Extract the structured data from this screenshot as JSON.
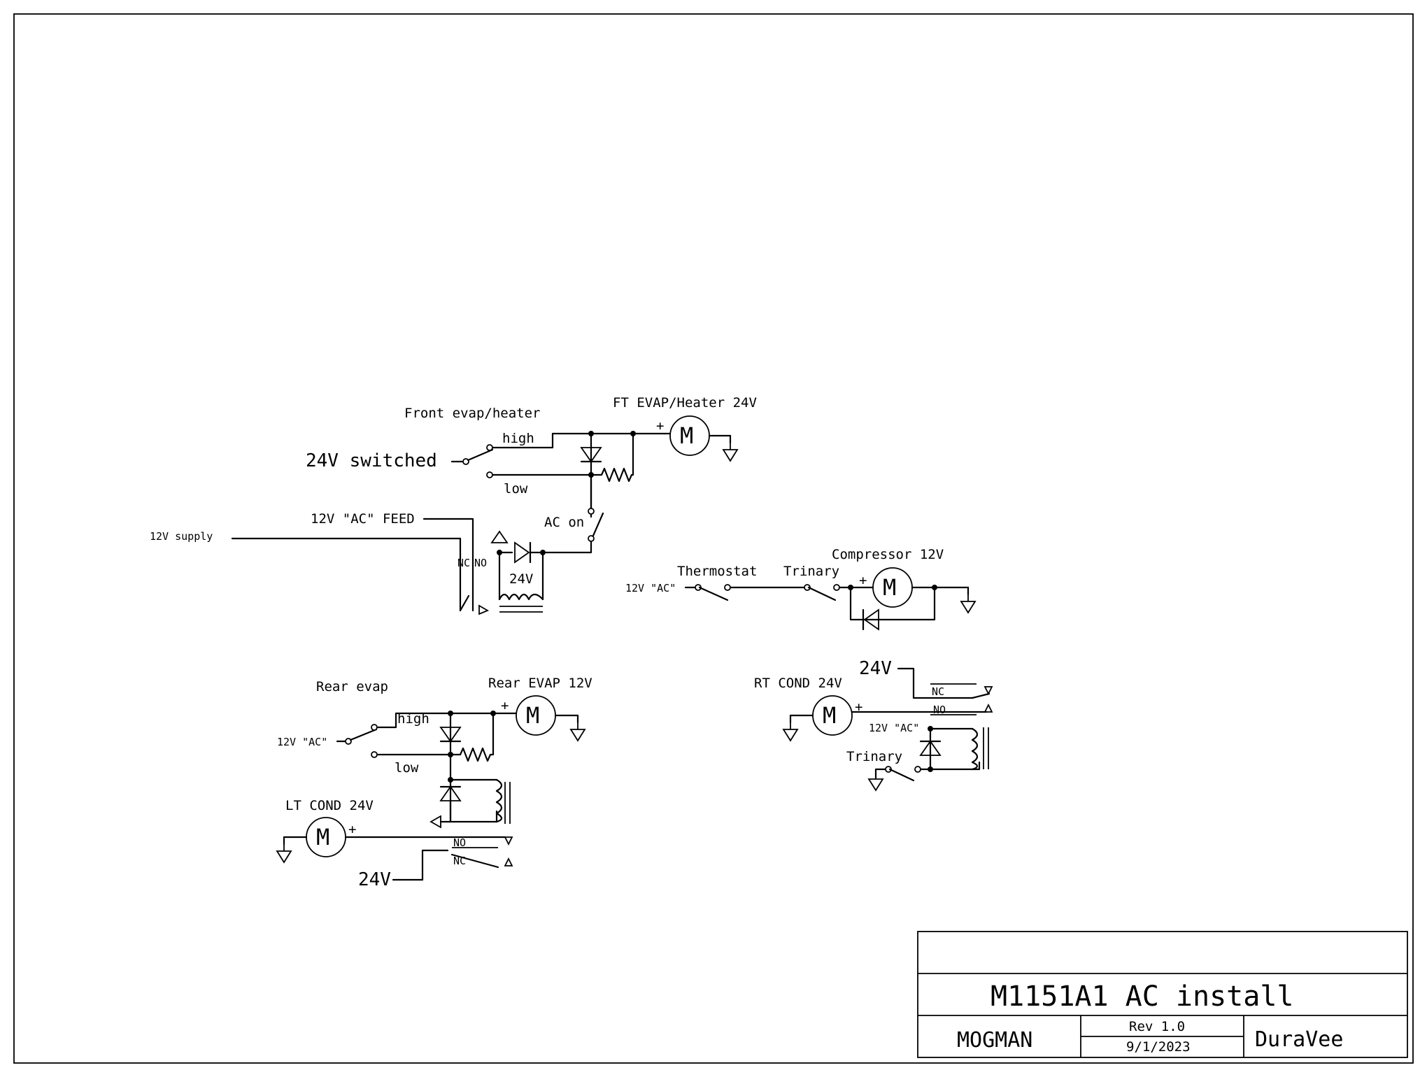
{
  "labels": {
    "front_evap_heater": "Front evap/heater",
    "ft_evap_heater_24v": "FT EVAP/Heater 24V",
    "high_1": "high",
    "low_1": "low",
    "switched_24v": "24V switched",
    "feed_12v_ac": "12V \"AC\" FEED",
    "supply_12v": "12V supply",
    "ac_on": "AC on",
    "nc_1": "NC",
    "no_1": "NO",
    "coil_24v": "24V",
    "thermostat": "Thermostat",
    "trinary_1": "Trinary",
    "compressor_12v": "Compressor 12V",
    "ac_12v_1": "12V \"AC\"",
    "rear_evap": "Rear evap",
    "rear_evap_12v": "Rear EVAP 12V",
    "high_2": "high",
    "low_2": "low",
    "ac_12v_2": "12V \"AC\"",
    "lt_cond_24v": "LT COND 24V",
    "no_2": "NO",
    "nc_2": "NC",
    "v24_lt": "24V",
    "rt_cond_24v": "RT COND 24V",
    "v24_rt": "24V",
    "nc_3": "NC",
    "no_3": "NO",
    "ac_12v_3": "12V \"AC\"",
    "trinary_2": "Trinary",
    "motor_letter": "M",
    "plus": "+"
  },
  "title_block": {
    "title": "M1151A1 AC install",
    "author": "MOGMAN",
    "revision": "Rev 1.0",
    "date": "9/1/2023",
    "company": "DuraVee"
  }
}
